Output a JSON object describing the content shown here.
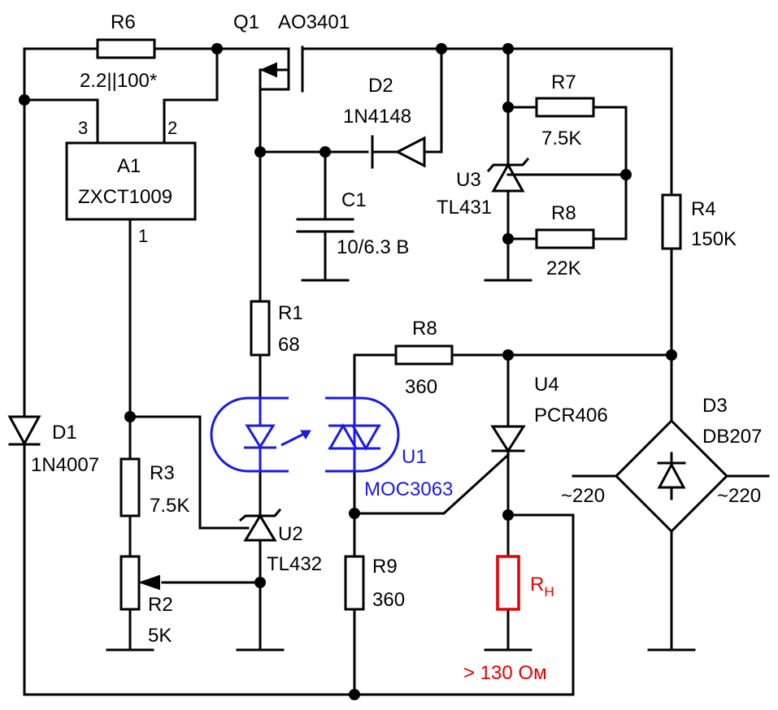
{
  "components": {
    "r6": {
      "ref": "R6",
      "value": "2.2||100*"
    },
    "q1": {
      "ref": "Q1",
      "value": "AO3401"
    },
    "d2": {
      "ref": "D2",
      "value": "1N4148"
    },
    "r7": {
      "ref": "R7",
      "value": "7.5K"
    },
    "a1": {
      "ref": "A1",
      "value": "ZXCT1009",
      "pin1": "1",
      "pin2": "2",
      "pin3": "3"
    },
    "u3": {
      "ref": "U3",
      "value": "TL431"
    },
    "c1": {
      "ref": "C1",
      "value": "10/6.3 B"
    },
    "r8_top": {
      "ref": "R8",
      "value": "22K"
    },
    "r4": {
      "ref": "R4",
      "value": "150K"
    },
    "r1": {
      "ref": "R1",
      "value": "68"
    },
    "r8_mid": {
      "ref": "R8",
      "value": "360"
    },
    "u4": {
      "ref": "U4",
      "value": "PCR406"
    },
    "d3": {
      "ref": "D3",
      "value": "DB207"
    },
    "d1": {
      "ref": "D1",
      "value": "1N4007"
    },
    "u1": {
      "ref": "U1",
      "value": "MOC3063"
    },
    "r3": {
      "ref": "R3",
      "value": "7.5K"
    },
    "u2": {
      "ref": "U2",
      "value": "TL432"
    },
    "r9": {
      "ref": "R9",
      "value": "360"
    },
    "r2": {
      "ref": "R2",
      "value": "5K"
    },
    "rh": {
      "ref": "R",
      "sub": "H",
      "value": "> 130 Ом"
    }
  },
  "mains": {
    "left": "~220",
    "right": "~220"
  },
  "colors": {
    "wire": "#000000",
    "optocoupler": "#1a1ae6",
    "load": "#e60000"
  }
}
